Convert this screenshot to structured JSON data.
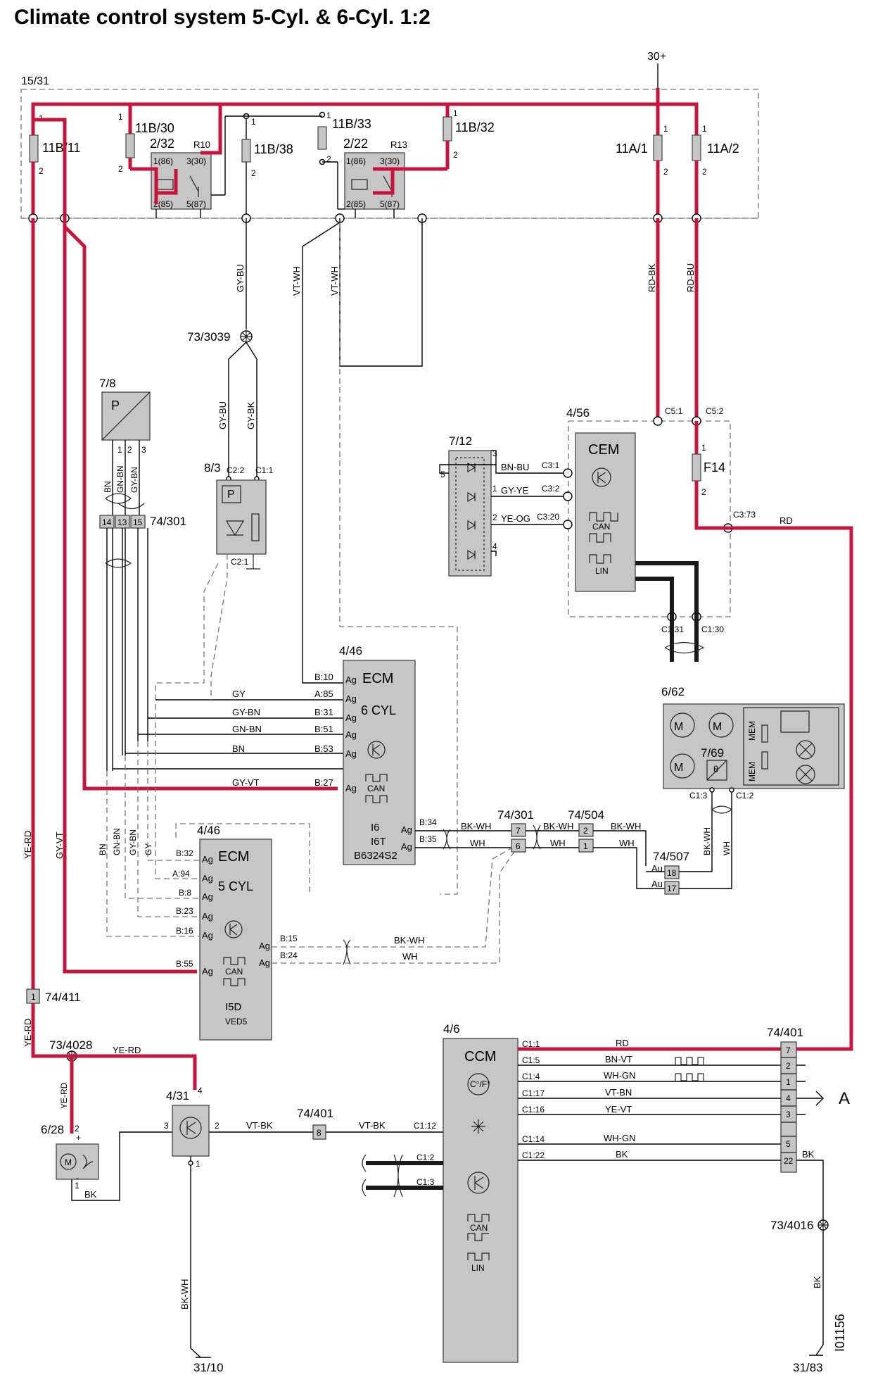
{
  "title": "Climate control system 5-Cyl. & 6-Cyl. 1:2",
  "drawing_ref": "I01156",
  "grounds": {
    "g1": "31/10",
    "g2": "31/83"
  },
  "supply": "30+",
  "fusebox": {
    "label": "15/31",
    "fuses": [
      {
        "id": "11B/11",
        "pin1": "1",
        "pin2": "2"
      },
      {
        "id": "11B/30",
        "pin1": "1",
        "pin2": "2"
      },
      {
        "id": "11B/38",
        "pin1": "1",
        "pin2": "2"
      },
      {
        "id": "11B/33",
        "pin1": "1",
        "pin2": "2"
      },
      {
        "id": "11B/32",
        "pin1": "1",
        "pin2": "2"
      },
      {
        "id": "11A/1",
        "pin1": "1",
        "pin2": "2"
      },
      {
        "id": "11A/2",
        "pin1": "1",
        "pin2": "2"
      }
    ],
    "relays": [
      {
        "id": "2/32",
        "r": "R10",
        "p1": "1(86)",
        "p3": "3(30)",
        "p2": "2(85)",
        "p5": "5(87)"
      },
      {
        "id": "2/22",
        "r": "R13",
        "p1": "1(86)",
        "p3": "3(30)",
        "p2": "2(85)",
        "p5": "5(87)"
      }
    ]
  },
  "wires": {
    "gy_bu": "GY-BU",
    "vt_wh": "VT-WH",
    "rd_bk": "RD-BK",
    "rd_bu": "RD-BU",
    "gy_bk": "GY-BK",
    "ye_rd": "YE-RD",
    "gy_vt": "GY-VT",
    "bn": "BN",
    "gn_bn": "GN-BN",
    "gy": "GY",
    "gy_bn": "GY-BN",
    "bk_wh": "BK-WH",
    "wh": "WH",
    "rd": "RD",
    "bn_vt": "BN-VT",
    "wh_gn": "WH-GN",
    "vt_bn": "VT-BN",
    "ye_vt": "YE-VT",
    "bk": "BK",
    "vt_bk": "VT-BK",
    "bn_bu": "BN-BU",
    "gy_ye": "GY-YE",
    "ye_og": "YE-OG"
  },
  "splice_73_3039": "73/3039",
  "sensor_7_8": {
    "id": "7/8",
    "symbol": "P",
    "pins": [
      "1",
      "2",
      "3"
    ]
  },
  "conn_74_301_left": {
    "id": "74/301",
    "pins": [
      "14",
      "13",
      "15"
    ]
  },
  "pressure_8_3": {
    "id": "8/3",
    "c1": "C2:2",
    "c2": "C1:1",
    "c3": "C2:1",
    "symbol": "P"
  },
  "sensor_7_12": {
    "id": "7/12",
    "pins": [
      "3",
      "5",
      "1",
      "2",
      "4"
    ]
  },
  "cem": {
    "id": "4/56",
    "name": "CEM",
    "can": "CAN",
    "lin": "LIN",
    "conns": [
      "C5:1",
      "C5:2",
      "C3:1",
      "C3:2",
      "C3:20",
      "C3:73",
      "C1:31",
      "C1:30"
    ],
    "fuse": "F14",
    "fuse_p1": "1",
    "fuse_p2": "2"
  },
  "ecm6": {
    "id": "4/46",
    "name": "ECM",
    "sub": "6 CYL",
    "can": "CAN",
    "foot": [
      "I6",
      "I6T",
      "B6324S2"
    ],
    "ag": "Ag",
    "pins": [
      "B:10",
      "A:85",
      "B:31",
      "B:51",
      "B:53",
      "B:27",
      "B:34",
      "B:35"
    ]
  },
  "ecm5": {
    "id": "4/46",
    "name": "ECM",
    "sub": "5 CYL",
    "can": "CAN",
    "foot": [
      "I5D",
      "VED5"
    ],
    "ag": "Ag",
    "pins": [
      "B:32",
      "A:94",
      "B:8",
      "B:23",
      "B:16",
      "B:55",
      "B:15",
      "B:24"
    ]
  },
  "conn_74_301_mid": {
    "id": "74/301",
    "pins": [
      "7",
      "6"
    ]
  },
  "conn_74_504": {
    "id": "74/504",
    "pins": [
      "2",
      "1"
    ]
  },
  "conn_74_507": {
    "id": "74/507",
    "pins": [
      "18",
      "17"
    ],
    "au": "Au"
  },
  "blower_6_62": {
    "id": "6/62",
    "sensor": "7/69",
    "c1": "C1:3",
    "c2": "C1:2",
    "mem": "MEM"
  },
  "conn_74_411": {
    "id": "74/411",
    "pin": "1"
  },
  "splice_73_4028": "73/4028",
  "splice_73_4016": "73/4016",
  "fan_6_28": {
    "id": "6/28",
    "pin2": "2",
    "pin1": "1",
    "plus": "+",
    "minus": "-"
  },
  "module_4_31": {
    "id": "4/31",
    "pins": [
      "3",
      "2",
      "1",
      "4"
    ]
  },
  "conn_74_401_inline": {
    "id": "74/401",
    "pin": "8"
  },
  "ccm": {
    "id": "4/6",
    "name": "CCM",
    "can": "CAN",
    "lin": "LIN",
    "temp_symbol": "C°/F°",
    "pins": [
      "C1:1",
      "C1:5",
      "C1:4",
      "C1:17",
      "C1:16",
      "C1:14",
      "C1:22",
      "C1:12",
      "C1:2",
      "C1:3"
    ]
  },
  "conn_74_401": {
    "id": "74/401",
    "pins": [
      "7",
      "2",
      "1",
      "4",
      "3",
      "5",
      "22"
    ]
  },
  "arrow_label": "A"
}
